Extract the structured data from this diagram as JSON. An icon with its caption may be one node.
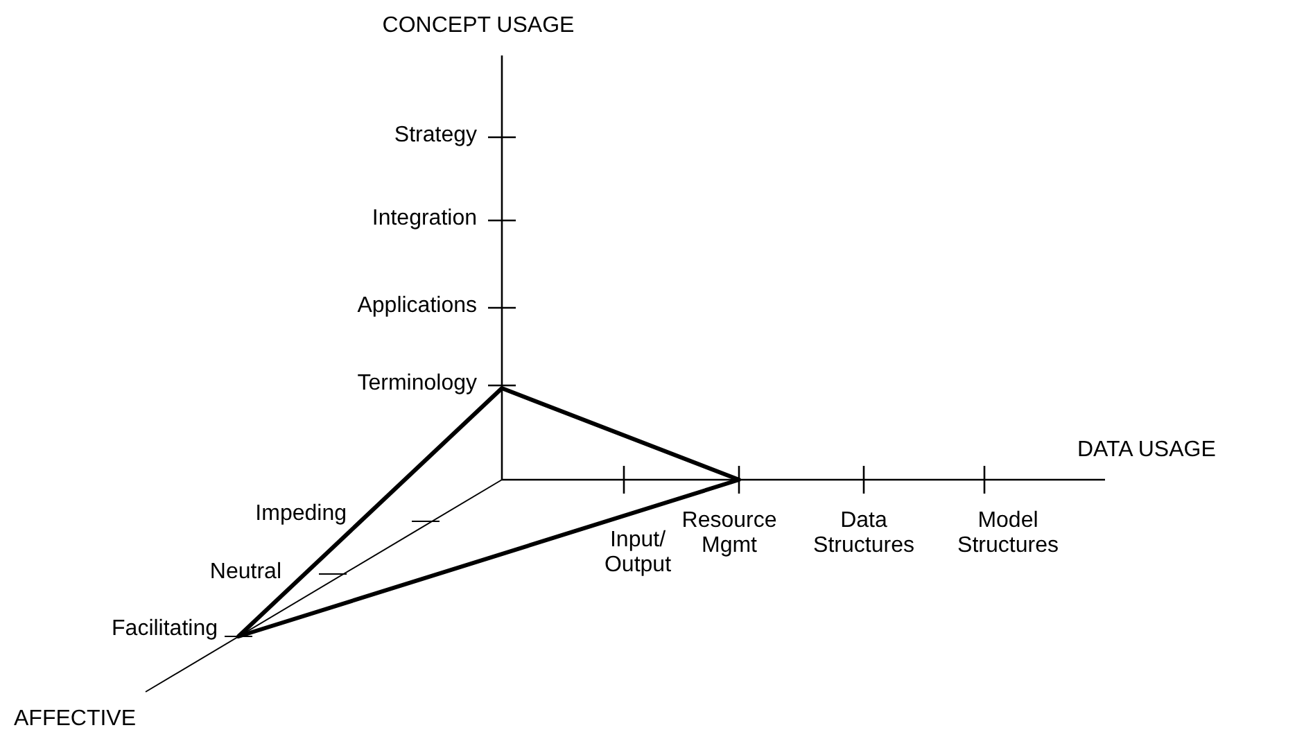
{
  "diagram": {
    "labels": [
      "CONCEPT USAGE",
      "Strategy",
      "Integration",
      "Applications",
      "Terminology",
      "DATA USAGE",
      "Impeding",
      "Input/ Output",
      "Resource Mgmt",
      "Data Structures",
      "Model Structures",
      "Neutral",
      "Facilitating",
      "AFFECTIVE"
    ]
  }
}
